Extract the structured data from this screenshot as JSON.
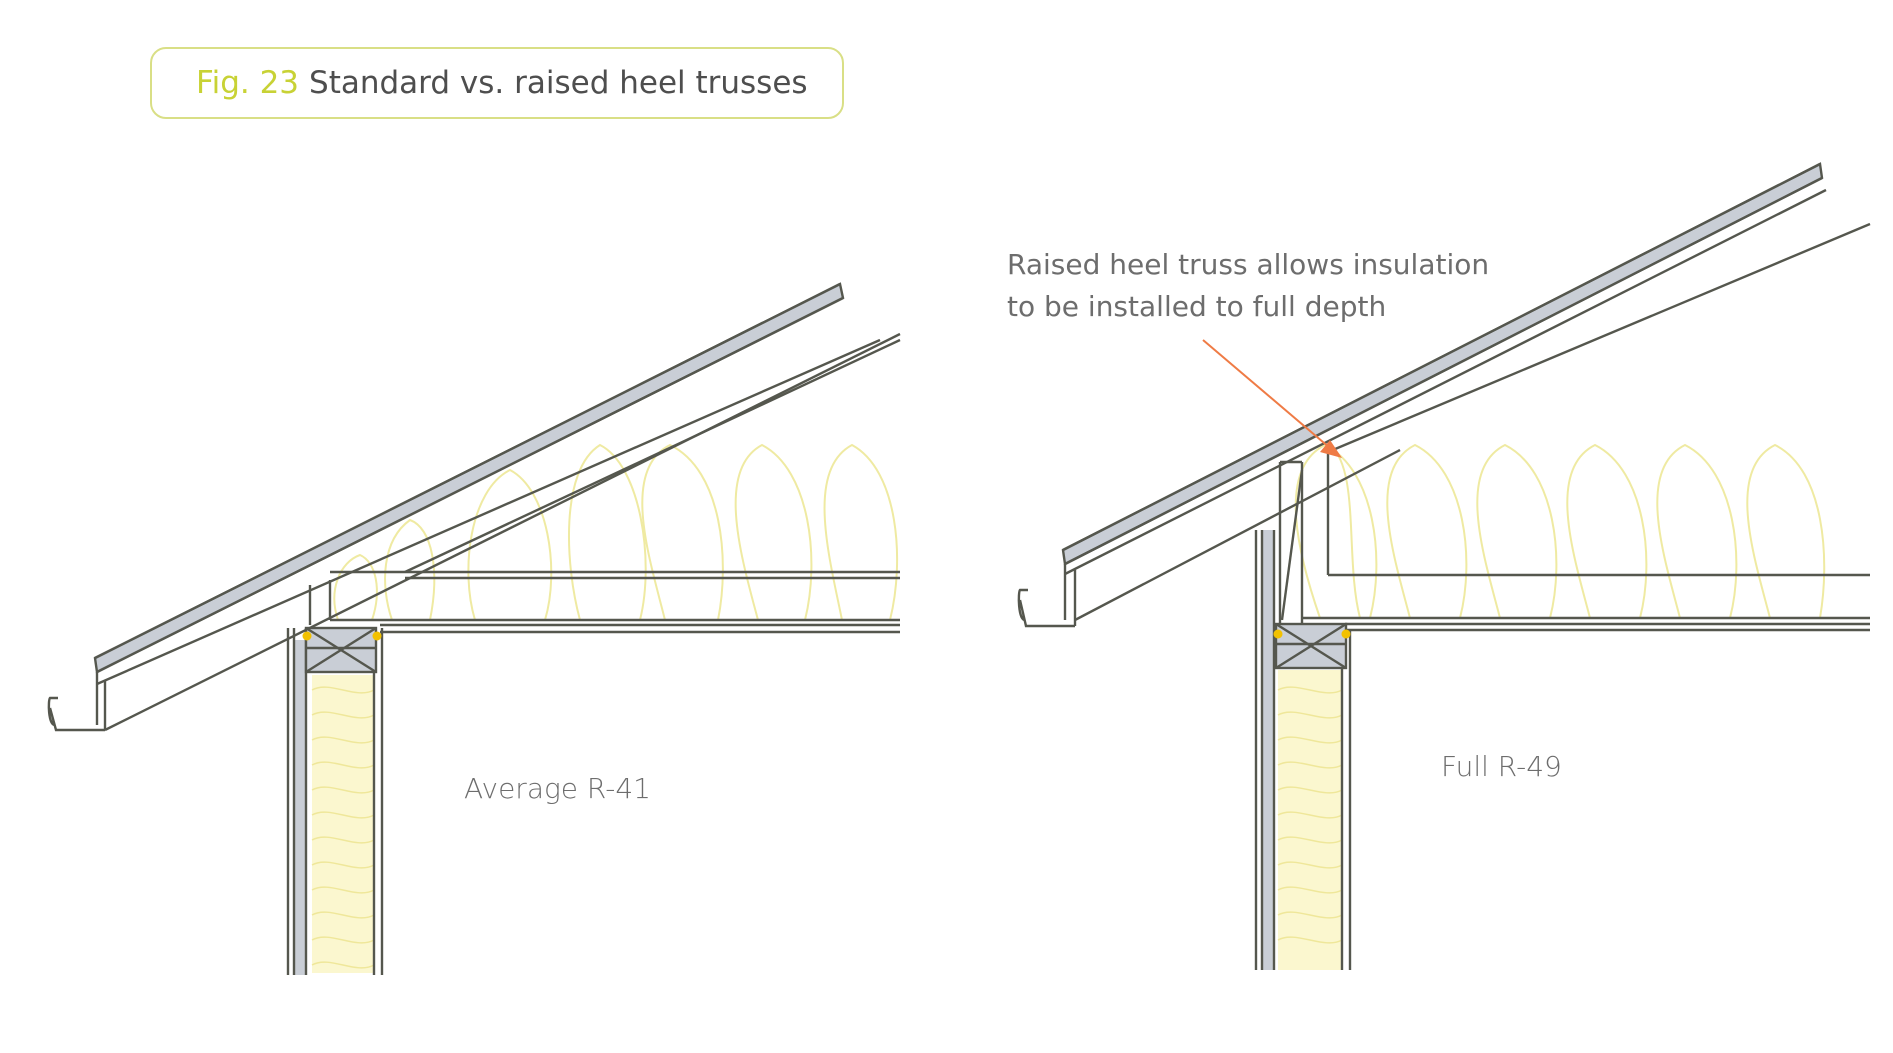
{
  "figure": {
    "number": "Fig. 23",
    "title": "Standard vs. raised heel trusses"
  },
  "panels": [
    {
      "id": "standard",
      "rating_label": "Average R-41"
    },
    {
      "id": "raised-heel",
      "rating_label": "Full R-49",
      "callout": {
        "line1": "Raised heel truss allows insulation",
        "line2": "to be installed to full depth"
      }
    }
  ],
  "colors": {
    "line": "#55574e",
    "sheathing": "#c9ced6",
    "insulation": "#efeaa2",
    "wall_insulation": "#fbf7cf",
    "fastener": "#f2c100",
    "callout_arrow": "#ef7b45",
    "title_accent": "#c8d235",
    "title_border": "#d9df86"
  }
}
